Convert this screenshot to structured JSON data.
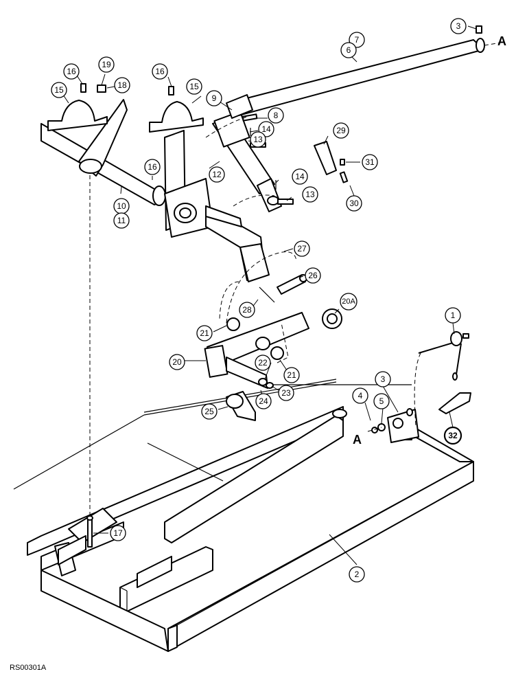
{
  "figure_code": "RS00301A",
  "reference_letters": [
    "A",
    "A"
  ],
  "callouts": {
    "c1": "1",
    "c2": "2",
    "c3a": "3",
    "c3b": "3",
    "c4": "4",
    "c5": "5",
    "c6": "6",
    "c7": "7",
    "c8": "8",
    "c9": "9",
    "c10": "10",
    "c11": "11",
    "c12": "12",
    "c13a": "13",
    "c13b": "13",
    "c14a": "14",
    "c14b": "14",
    "c15a": "15",
    "c15b": "15",
    "c16a": "16",
    "c16b": "16",
    "c16c": "16",
    "c17": "17",
    "c18": "18",
    "c19": "19",
    "c20": "20",
    "c20A": "20A",
    "c21a": "21",
    "c21b": "21",
    "c22": "22",
    "c23": "23",
    "c24": "24",
    "c25": "25",
    "c26": "26",
    "c27": "27",
    "c28": "28",
    "c29": "29",
    "c30": "30",
    "c31": "31",
    "c32": "32"
  }
}
